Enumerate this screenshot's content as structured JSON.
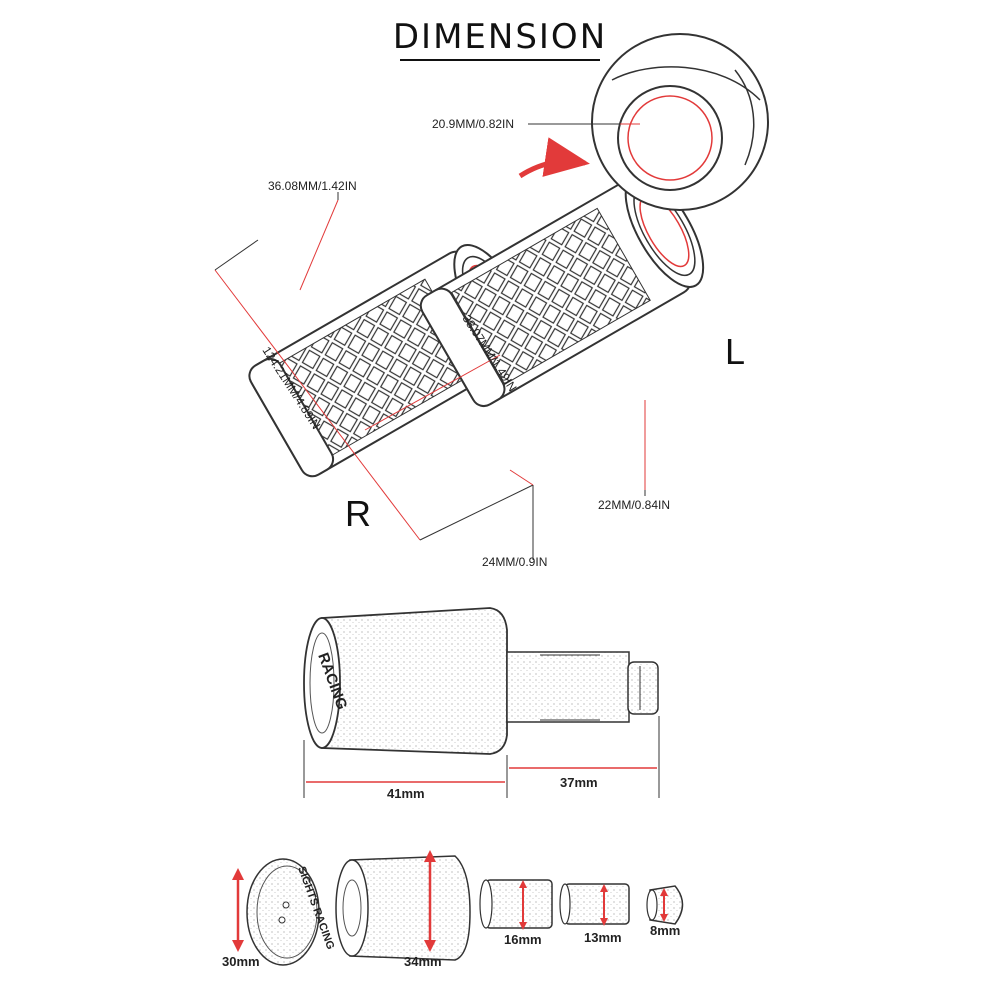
{
  "title": "DIMENSION",
  "grips": {
    "right_label": "R",
    "left_label": "L",
    "dim_length": "124.21MM/4.89IN",
    "dim_top_dia": "36.08MM/1.42IN",
    "dim_mid_dia": "38.07MM/1.49IN",
    "dim_end_outer": "24MM/0.9IN",
    "dim_left_inner": "22MM/0.84IN",
    "dim_detail_inner": "20.9MM/0.82IN"
  },
  "bar_end": {
    "engraving": "RACING",
    "dim_cap": "41mm",
    "dim_insert": "37mm"
  },
  "parts": {
    "plate_engraving": "SIGHTS RACING",
    "dim_plate": "30mm",
    "dim_body": "34mm",
    "dim_sleeve": "16mm",
    "dim_sleeve2": "13mm",
    "dim_nut": "8mm"
  },
  "colors": {
    "accent": "#e23a3a",
    "line": "#333333"
  }
}
